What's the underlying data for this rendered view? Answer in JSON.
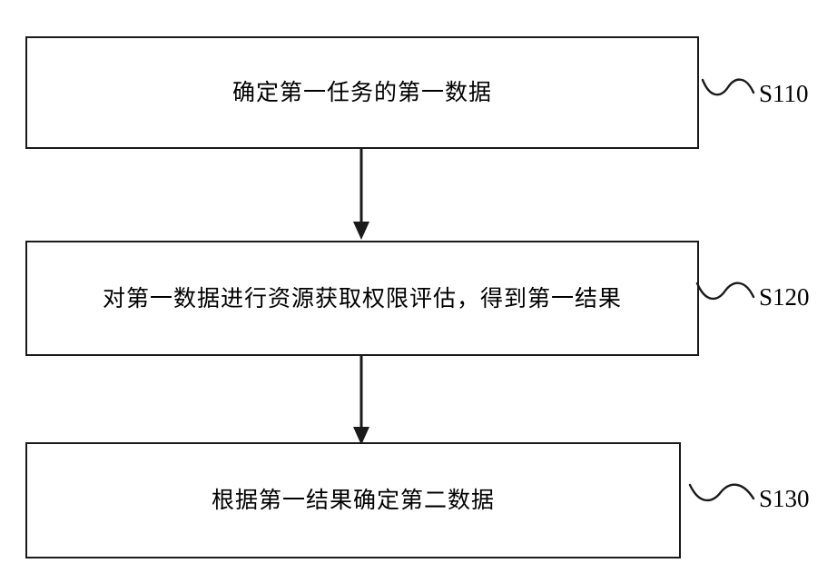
{
  "diagram": {
    "type": "flowchart",
    "title": "",
    "steps": [
      {
        "id": "S110",
        "text": "确定第一任务的第一数据",
        "ref": "S110"
      },
      {
        "id": "S120",
        "text": "对第一数据进行资源获取权限评估，得到第一结果",
        "ref": "S120"
      },
      {
        "id": "S130",
        "text": "根据第一结果确定第二数据",
        "ref": "S130"
      }
    ],
    "connectors": [
      {
        "from": "S110",
        "to": "S120",
        "style": "arrow-down"
      },
      {
        "from": "S120",
        "to": "S130",
        "style": "arrow-down"
      }
    ],
    "colors": {
      "stroke": "#1a1a1a",
      "text": "#000000",
      "background": "#ffffff"
    }
  }
}
